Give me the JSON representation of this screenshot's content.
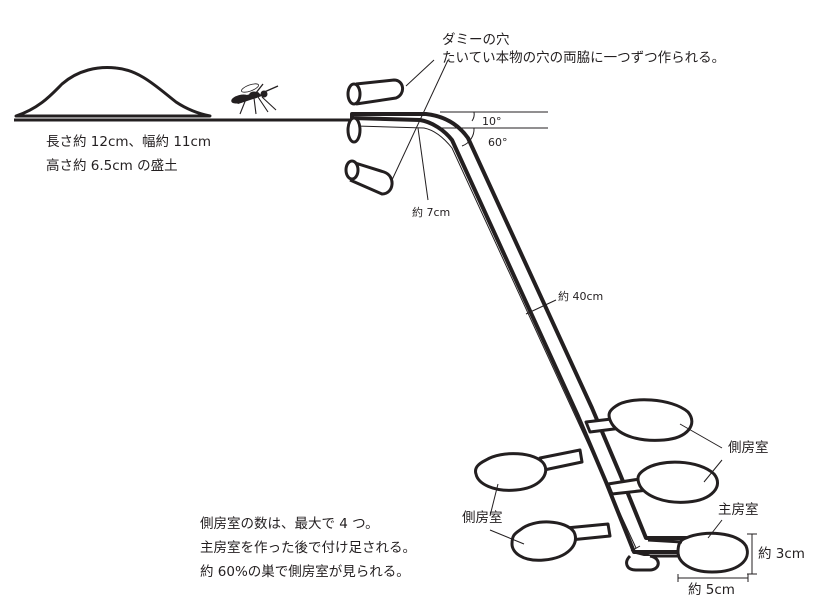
{
  "labels": {
    "dummy_title": "ダミーの穴",
    "dummy_desc": "たいてい本物の穴の両脇に一つずつ作られる。",
    "mound_line1": "長さ約 12cm、幅約 11cm",
    "mound_line2": "高さ約 6.5cm の盛土",
    "angle_10": "10°",
    "angle_60": "60°",
    "seg_7cm": "約 7cm",
    "seg_40cm": "約 40cm",
    "side_chamber_right": "側房室",
    "side_chamber_left": "側房室",
    "main_chamber": "主房室",
    "main_height": "約 3cm",
    "main_width": "約 5cm",
    "note_line1": "側房室の数は、最大で 4 つ。",
    "note_line2": "主房室を作った後で付け足される。",
    "note_line3": "約 60%の巣で側房室が見られる。"
  },
  "colors": {
    "ink": "#231f20",
    "fill": "#ffffff"
  },
  "icons": {
    "wasp": "wasp-icon"
  }
}
